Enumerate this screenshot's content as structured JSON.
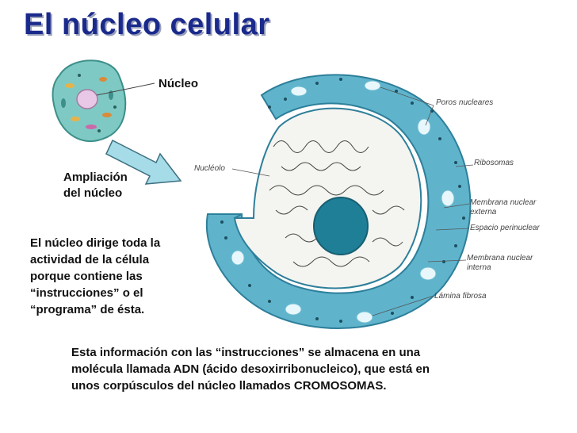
{
  "title": "El núcleo celular",
  "cell_label": "Núcleo",
  "magnify_label": [
    "Ampliación",
    "del núcleo"
  ],
  "intro_text": [
    "El núcleo dirige toda la",
    "actividad de la célula",
    "porque contiene las",
    "“instrucciones” o el",
    "“programa” de ésta."
  ],
  "bottom_text": [
    "Esta información con las “instrucciones” se almacena en una",
    "molécula llamada ADN (ácido desoxirribonucleico), que está en",
    "unos corpúsculos del núcleo llamados CROMOSOMAS."
  ],
  "diagram_labels": {
    "poros": "Poros nucleares",
    "ribosomas": "Ribosomas",
    "membrana_externa": [
      "Membrana nuclear",
      "externa"
    ],
    "espacio": "Espacio perinuclear",
    "membrana_interna": [
      "Membrana nuclear",
      "interna"
    ],
    "lamina": "Lámina fibrosa",
    "nucleolo": "Nucléolo"
  },
  "colors": {
    "title": "#1a2a8c",
    "envelope": "#5fb4cc",
    "envelope_dark": "#2e7f9a",
    "nucleolus": "#1f7f96",
    "cell_body": "#7fc9c4",
    "arrow": "#a6dbe8"
  }
}
